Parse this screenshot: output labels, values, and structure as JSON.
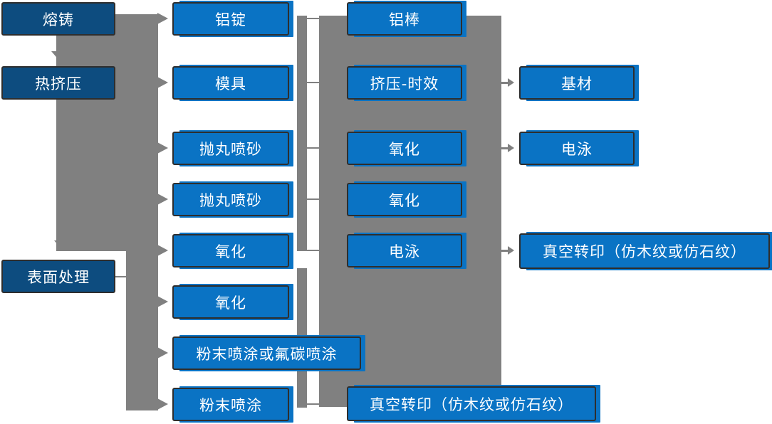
{
  "colors": {
    "blue": "#0a73c4",
    "dark_blue": "#0d4c7f",
    "gray": "#808080",
    "border": "#2e2e2e",
    "text": "#ffffff"
  },
  "nodes": {
    "melt_cast": {
      "label": "熔铸"
    },
    "hot_extrusion": {
      "label": "热挤压"
    },
    "surface_treatment": {
      "label": "表面处理"
    },
    "al_ingot": {
      "label": "铝锭"
    },
    "mold": {
      "label": "模具"
    },
    "shot_blast_1": {
      "label": "抛丸喷砂"
    },
    "shot_blast_2": {
      "label": "抛丸喷砂"
    },
    "oxidation_c2_1": {
      "label": "氧化"
    },
    "oxidation_c2_2": {
      "label": "氧化"
    },
    "powder_fluorocarbon": {
      "label": "粉末喷涂或氟碳喷涂"
    },
    "powder_coating": {
      "label": "粉末喷涂"
    },
    "al_rod": {
      "label": "铝棒"
    },
    "extrusion_aging": {
      "label": "挤压-时效"
    },
    "oxidation_c3_1": {
      "label": "氧化"
    },
    "oxidation_c3_2": {
      "label": "氧化"
    },
    "electrophoresis_c3": {
      "label": "电泳"
    },
    "vacuum_transfer_c3": {
      "label": "真空转印（仿木纹或仿石纹）"
    },
    "base_material": {
      "label": "基材"
    },
    "electrophoresis_c4": {
      "label": "电泳"
    },
    "vacuum_transfer_c4": {
      "label": "真空转印（仿木纹或仿石纹）"
    }
  }
}
